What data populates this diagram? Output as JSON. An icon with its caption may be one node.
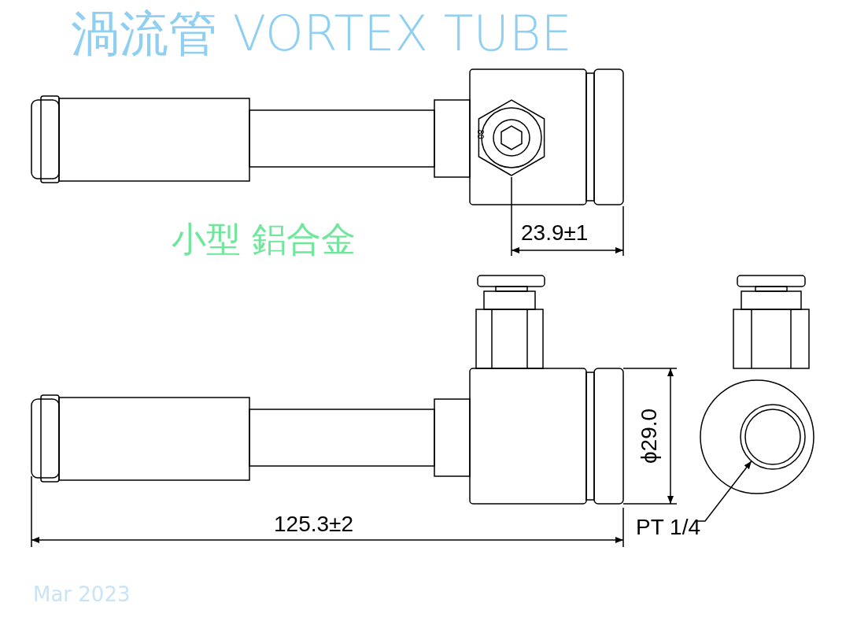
{
  "diagram": {
    "title": "渦流管 VORTEX TUBE",
    "nodes": [
      {
        "text": [
          "PT 1/4"
        ]
      },
      {
        "text": [],
        "shape": "circle"
      }
    ],
    "edges": [
      {
        "from": 0,
        "to": 1,
        "arrow": "to"
      }
    ],
    "labels": [
      "80",
      "小型 鋁合金",
      "23.9±1",
      "ϕ29.0",
      "125.3±2",
      "Mar 2023"
    ]
  }
}
